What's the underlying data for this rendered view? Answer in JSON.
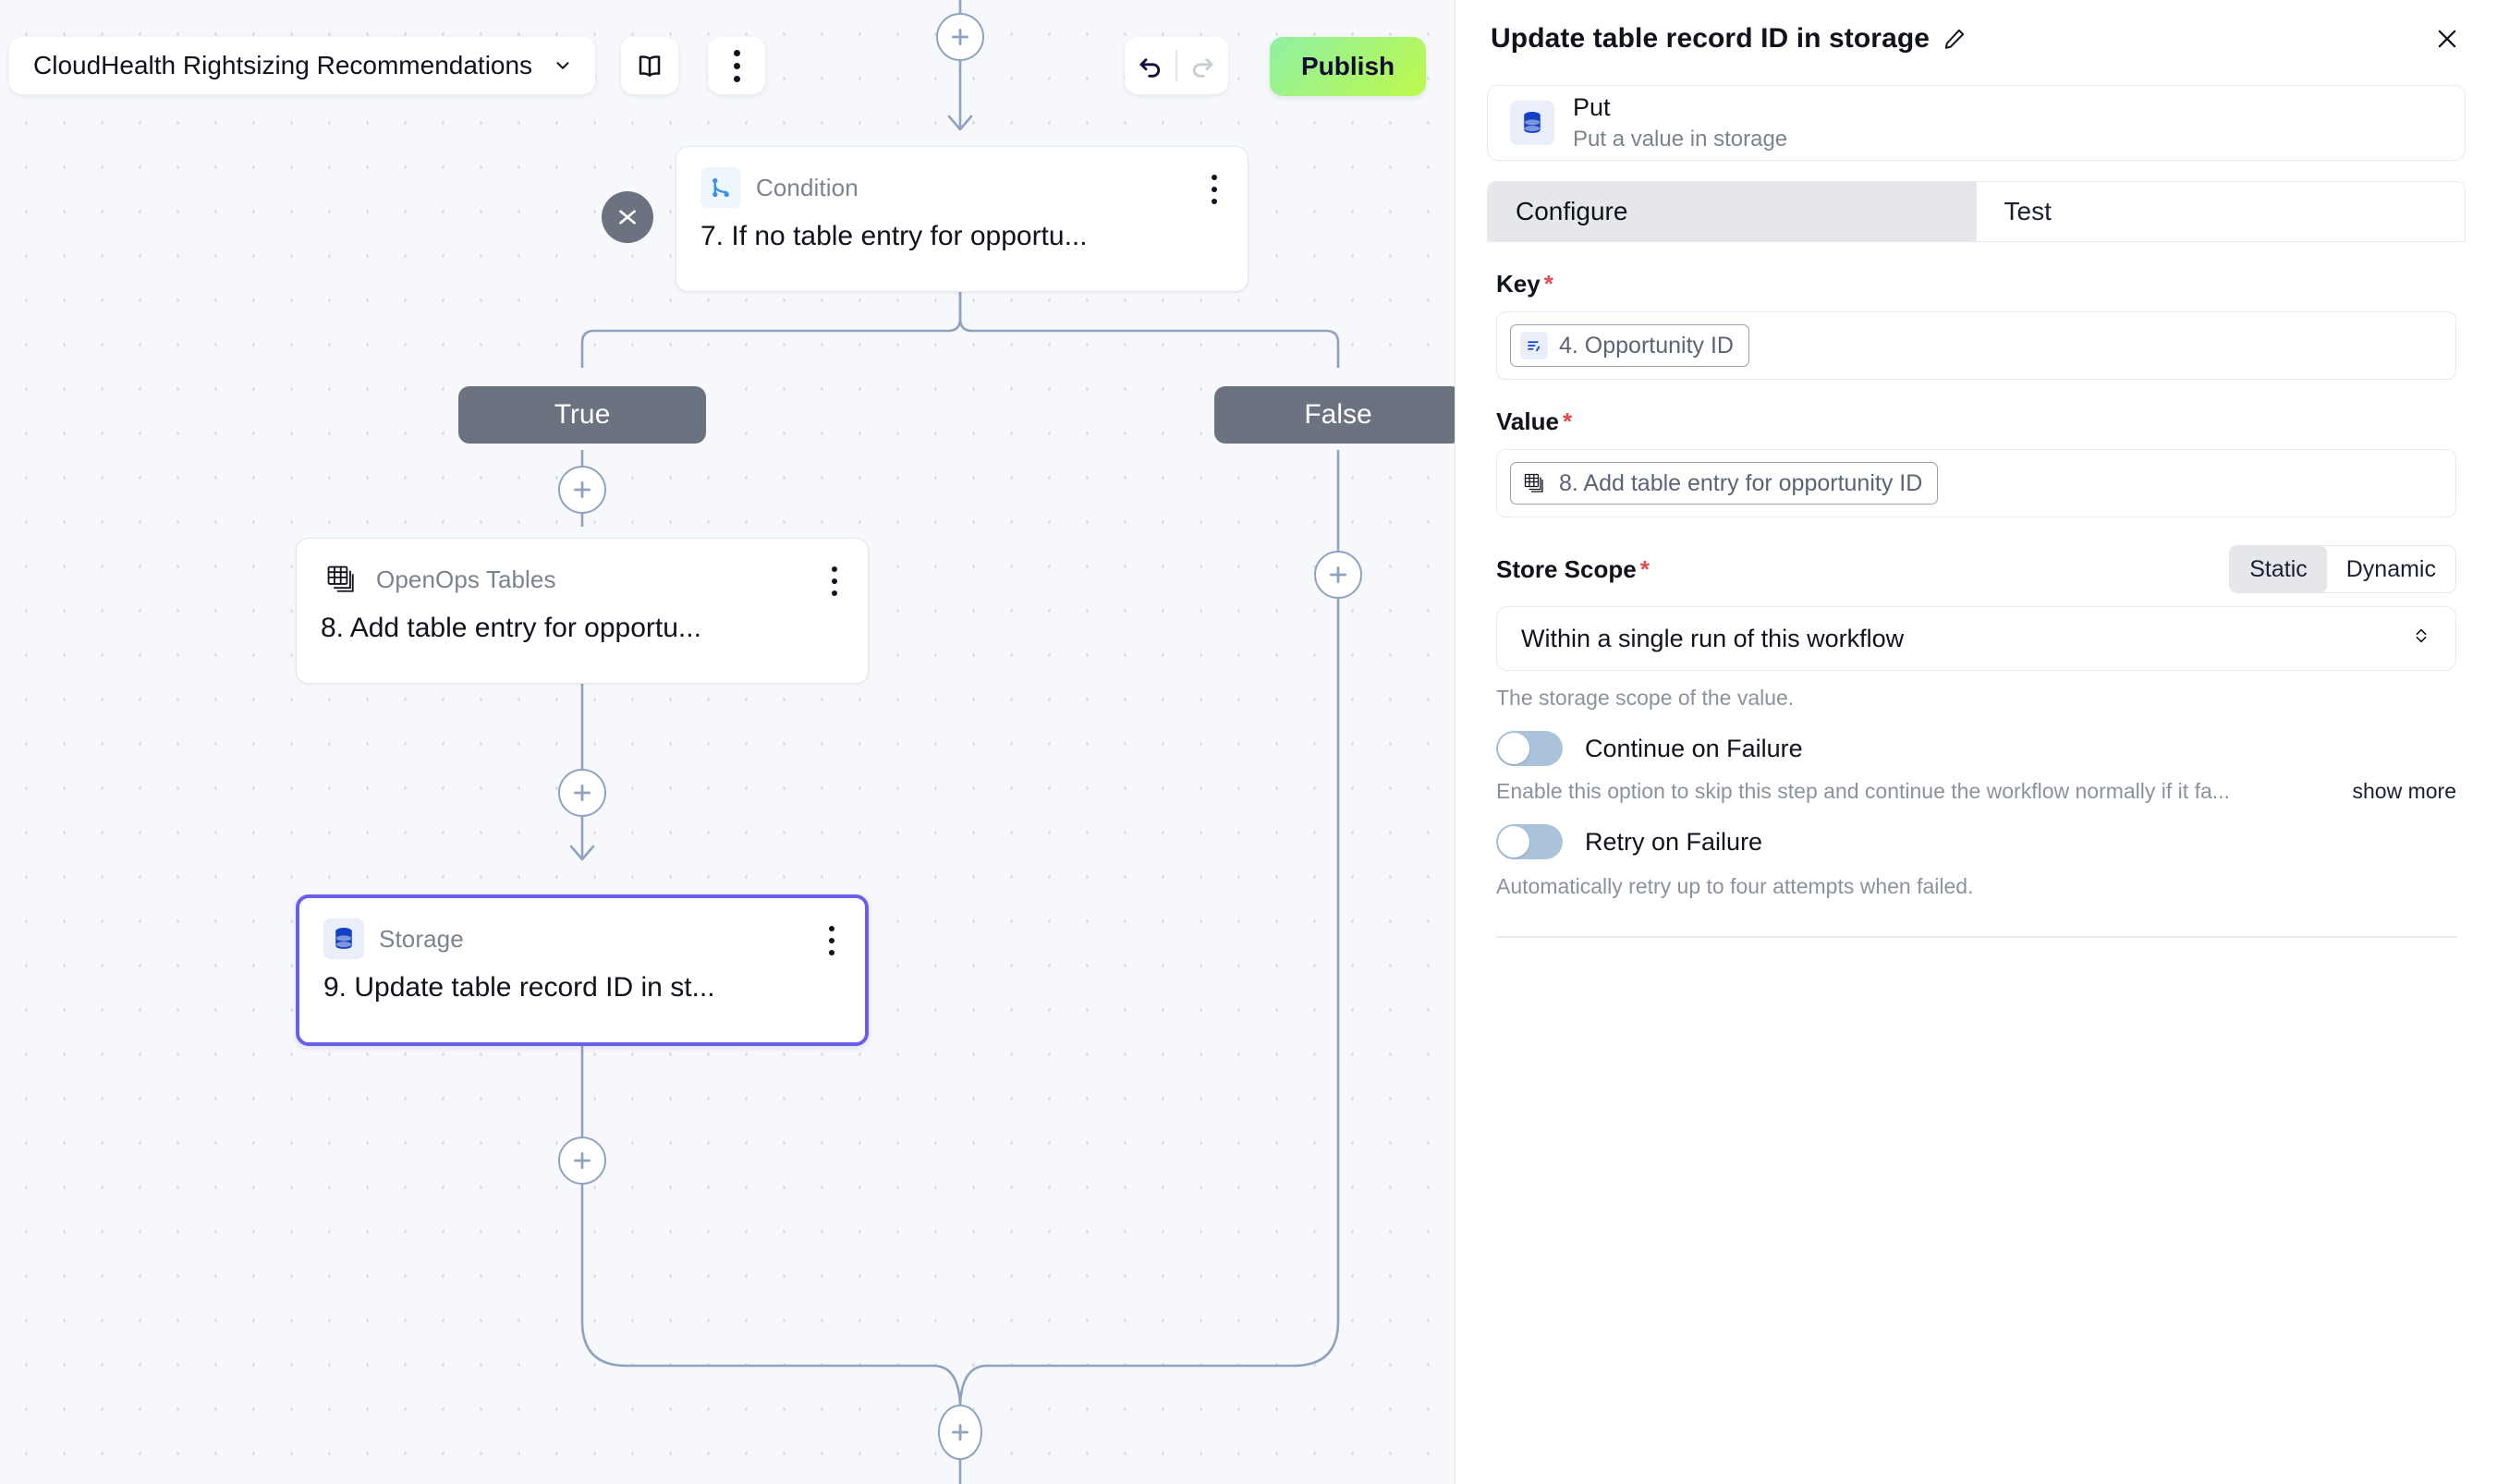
{
  "toolbar": {
    "flow_name": "CloudHealth Rightsizing Recommendations",
    "chevron_icon": "chevron-down-icon",
    "docs_icon": "book-icon",
    "more_icon": "kebab-menu-icon",
    "undo_icon": "undo-arrow-icon",
    "redo_icon": "redo-arrow-icon",
    "publish_label": "Publish"
  },
  "canvas": {
    "collapse_icon": "collapse-chevrons-icon",
    "add_step_icon": "plus-icon",
    "branches": {
      "true_label": "True",
      "false_label": "False"
    },
    "nodes": [
      {
        "type": "Condition",
        "title": "7. If no table entry for opportu...",
        "icon": "branch-condition-icon",
        "menu_icon": "kebab-menu-icon",
        "selected": false
      },
      {
        "type": "OpenOps Tables",
        "title": "8. Add table entry for opportu...",
        "icon": "tables-icon",
        "menu_icon": "kebab-menu-icon",
        "selected": false
      },
      {
        "type": "Storage",
        "title": "9. Update table record ID in st...",
        "icon": "database-icon",
        "menu_icon": "kebab-menu-icon",
        "selected": true
      }
    ]
  },
  "panel": {
    "title": "Update table record ID in storage",
    "edit_icon": "pencil-icon",
    "close_icon": "close-x-icon",
    "piece": {
      "icon": "database-icon",
      "name": "Put",
      "description": "Put a value in storage"
    },
    "tabs": [
      {
        "label": "Configure",
        "active": true
      },
      {
        "label": "Test",
        "active": false
      }
    ],
    "fields": {
      "key": {
        "label": "Key",
        "required_mark": "*",
        "chip_icon": "variable-icon",
        "chip_text": "4. Opportunity ID"
      },
      "value": {
        "label": "Value",
        "required_mark": "*",
        "chip_icon": "tables-icon",
        "chip_text": "8. Add table entry for opportunity ID"
      },
      "store_scope": {
        "label": "Store Scope",
        "required_mark": "*",
        "mode_static": "Static",
        "mode_dynamic": "Dynamic",
        "active_mode": "Static",
        "selected_option": "Within a single run of this workflow",
        "caret_icon": "chevron-up-down-icon",
        "hint": "The storage scope of the value."
      },
      "continue_on_failure": {
        "label": "Continue on Failure",
        "enabled": false,
        "hint": "Enable this option to skip this step and continue the workflow normally if it fa...",
        "show_more_label": "show more"
      },
      "retry_on_failure": {
        "label": "Retry on Failure",
        "enabled": false,
        "hint": "Automatically retry up to four attempts when failed."
      }
    }
  },
  "colors": {
    "accent_selected": "#6a5fe8",
    "publish_gradient_from": "#8ff0a4",
    "publish_gradient_to": "#bdf94b",
    "edge": "#8fa3c0",
    "branch_pill": "#6b7280",
    "required": "#e5484d",
    "canvas_bg": "#f6f8fb"
  }
}
